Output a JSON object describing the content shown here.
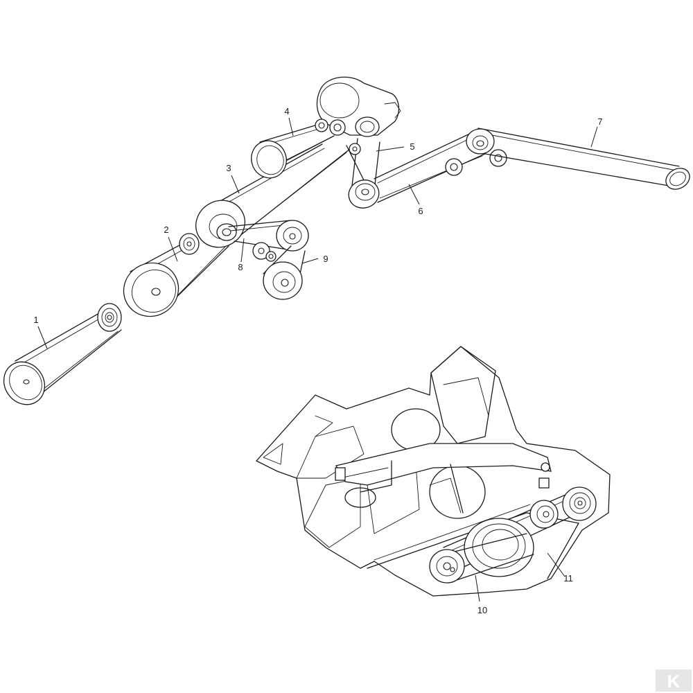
{
  "callouts": [
    {
      "id": "1",
      "text": "1"
    },
    {
      "id": "2",
      "text": "2"
    },
    {
      "id": "3",
      "text": "3"
    },
    {
      "id": "4",
      "text": "4"
    },
    {
      "id": "5",
      "text": "5"
    },
    {
      "id": "6",
      "text": "6"
    },
    {
      "id": "7",
      "text": "7"
    },
    {
      "id": "8",
      "text": "8"
    },
    {
      "id": "9",
      "text": "9"
    },
    {
      "id": "10",
      "text": "10"
    },
    {
      "id": "11",
      "text": "11"
    }
  ],
  "watermark": {
    "text": "K",
    "icon": "brand-logo-icon"
  },
  "colors": {
    "line": "#1a1a1a",
    "background": "#ffffff",
    "logo": "#e6e6e6"
  }
}
